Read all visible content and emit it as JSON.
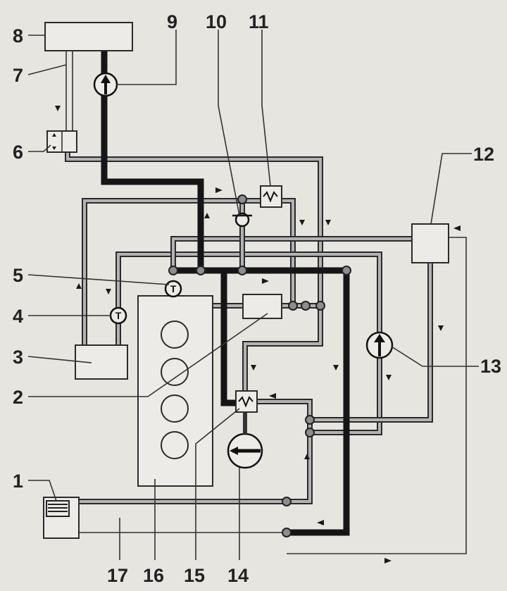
{
  "labels": {
    "l1": "1",
    "l2": "2",
    "l3": "3",
    "l4": "4",
    "l5": "5",
    "l6": "6",
    "l7": "7",
    "l8": "8",
    "l9": "9",
    "l10": "10",
    "l11": "11",
    "l12": "12",
    "l13": "13",
    "l14": "14",
    "l15": "15",
    "l16": "16",
    "l17": "17"
  },
  "sensor_symbol": "T",
  "components": [
    {
      "number": "1",
      "icon": "radiator-fan-icon"
    },
    {
      "number": "2",
      "icon": "heat-exchanger-box"
    },
    {
      "number": "3",
      "icon": "reservoir-box"
    },
    {
      "number": "4",
      "icon": "temperature-sensor-icon"
    },
    {
      "number": "5",
      "icon": "temperature-sensor-icon"
    },
    {
      "number": "6",
      "icon": "valve-box"
    },
    {
      "number": "7",
      "icon": "pipe-line"
    },
    {
      "number": "8",
      "icon": "heater-core-box"
    },
    {
      "number": "9",
      "icon": "pump-icon"
    },
    {
      "number": "10",
      "icon": "check-valve-icon"
    },
    {
      "number": "11",
      "icon": "thermostat-icon"
    },
    {
      "number": "12",
      "icon": "expansion-tank-box"
    },
    {
      "number": "13",
      "icon": "pump-icon"
    },
    {
      "number": "14",
      "icon": "main-pump-icon"
    },
    {
      "number": "15",
      "icon": "thermostat-icon"
    },
    {
      "number": "16",
      "icon": "engine-block"
    },
    {
      "number": "17",
      "icon": "radiator-box"
    }
  ]
}
